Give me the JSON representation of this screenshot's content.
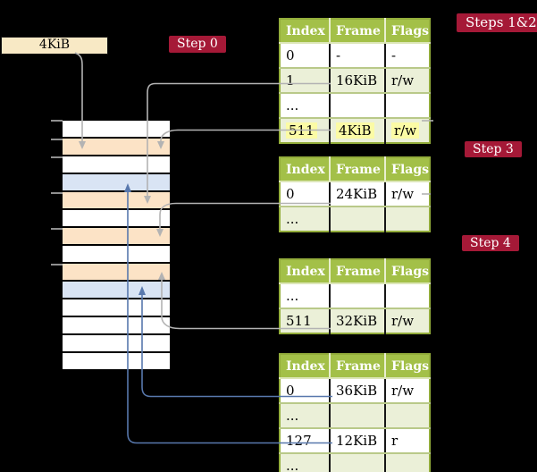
{
  "colors": {
    "background": "#000000",
    "badge_bg": "#a51937",
    "badge_text": "#ffffff",
    "callout_bg": "#f8e9c5",
    "table_header_bg": "#a3c048",
    "table_row_green": "#ebf0d8",
    "highlight_yellow": "#fbfba5",
    "memory_peach": "#fce3c6",
    "memory_blue": "#d9e4f4",
    "arrow_gray": "#b3b3b3",
    "arrow_blue": "#5878ad"
  },
  "callout": {
    "label": "4KiB"
  },
  "badges": {
    "step0": "Step 0",
    "steps12": "Steps 1&2",
    "step3": "Step 3",
    "step4": "Step 4"
  },
  "memory": {
    "row_kinds": [
      "white",
      "peach",
      "white",
      "blue",
      "peach",
      "white",
      "peach",
      "white",
      "peach",
      "blue",
      "white",
      "white",
      "white",
      "white"
    ]
  },
  "tables": [
    {
      "headers": [
        "Index",
        "Frame",
        "Flags"
      ],
      "rows": [
        {
          "cells": [
            "0",
            "-",
            "-"
          ],
          "shade": "white",
          "highlight": false
        },
        {
          "cells": [
            "1",
            "16KiB",
            "r/w"
          ],
          "shade": "green",
          "highlight": false
        },
        {
          "cells": [
            "...",
            "",
            ""
          ],
          "shade": "white",
          "highlight": false
        },
        {
          "cells": [
            "511",
            "4KiB",
            "r/w"
          ],
          "shade": "green",
          "highlight": true
        }
      ]
    },
    {
      "headers": [
        "Index",
        "Frame",
        "Flags"
      ],
      "rows": [
        {
          "cells": [
            "0",
            "24KiB",
            "r/w"
          ],
          "shade": "white",
          "highlight": false
        },
        {
          "cells": [
            "...",
            "",
            ""
          ],
          "shade": "green",
          "highlight": false
        }
      ]
    },
    {
      "headers": [
        "Index",
        "Frame",
        "Flags"
      ],
      "rows": [
        {
          "cells": [
            "...",
            "",
            ""
          ],
          "shade": "white",
          "highlight": false
        },
        {
          "cells": [
            "511",
            "32KiB",
            "r/w"
          ],
          "shade": "green",
          "highlight": false
        }
      ]
    },
    {
      "headers": [
        "Index",
        "Frame",
        "Flags"
      ],
      "rows": [
        {
          "cells": [
            "0",
            "36KiB",
            "r/w"
          ],
          "shade": "white",
          "highlight": false
        },
        {
          "cells": [
            "...",
            "",
            ""
          ],
          "shade": "green",
          "highlight": false
        },
        {
          "cells": [
            "127",
            "12KiB",
            "r"
          ],
          "shade": "white",
          "highlight": false
        },
        {
          "cells": [
            "...",
            "",
            ""
          ],
          "shade": "green",
          "highlight": false
        }
      ]
    }
  ]
}
